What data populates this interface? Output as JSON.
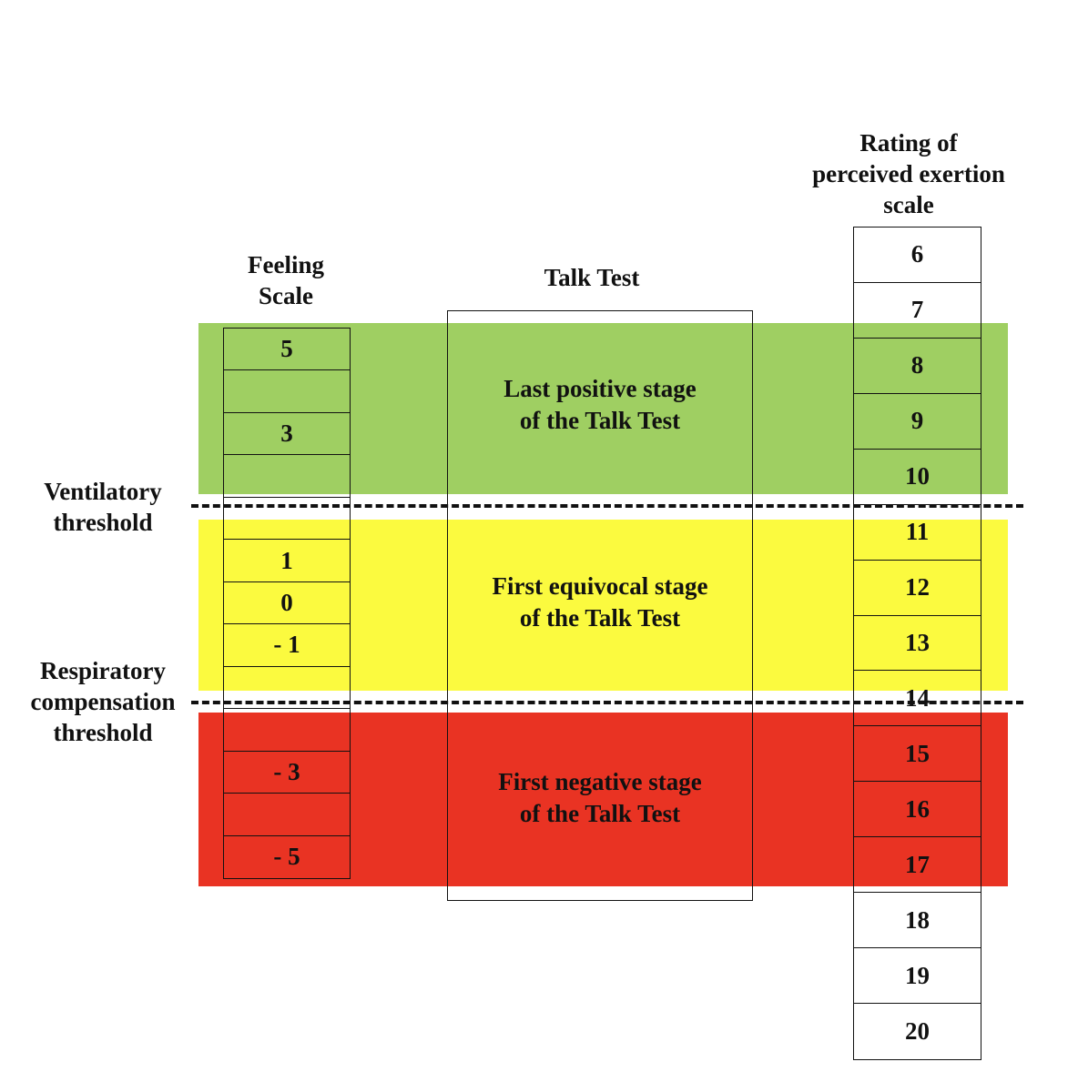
{
  "headings": {
    "feeling_scale": "Feeling\nScale",
    "talk_test": "Talk Test",
    "rpe_scale": "Rating of\nperceived exertion\nscale"
  },
  "thresholds": {
    "ventilatory": "Ventilatory\nthreshold",
    "respiratory_compensation": "Respiratory\ncompensation\nthreshold"
  },
  "talk_test_stages": [
    {
      "label": "Last positive stage\nof the Talk Test",
      "color": "#9fcf62"
    },
    {
      "label": "First equivocal stage\nof the Talk Test",
      "color": "#fbfa3f"
    },
    {
      "label": "First negative stage\nof the Talk Test",
      "color": "#e93323"
    }
  ],
  "feeling_scale_cells": [
    "5",
    "",
    "3",
    "",
    "",
    "1",
    "0",
    "- 1",
    "",
    "",
    "- 3",
    "",
    "- 5"
  ],
  "rpe_scale_cells": [
    "6",
    "7",
    "8",
    "9",
    "10",
    "11",
    "12",
    "13",
    "14",
    "15",
    "16",
    "17",
    "18",
    "19",
    "20"
  ]
}
